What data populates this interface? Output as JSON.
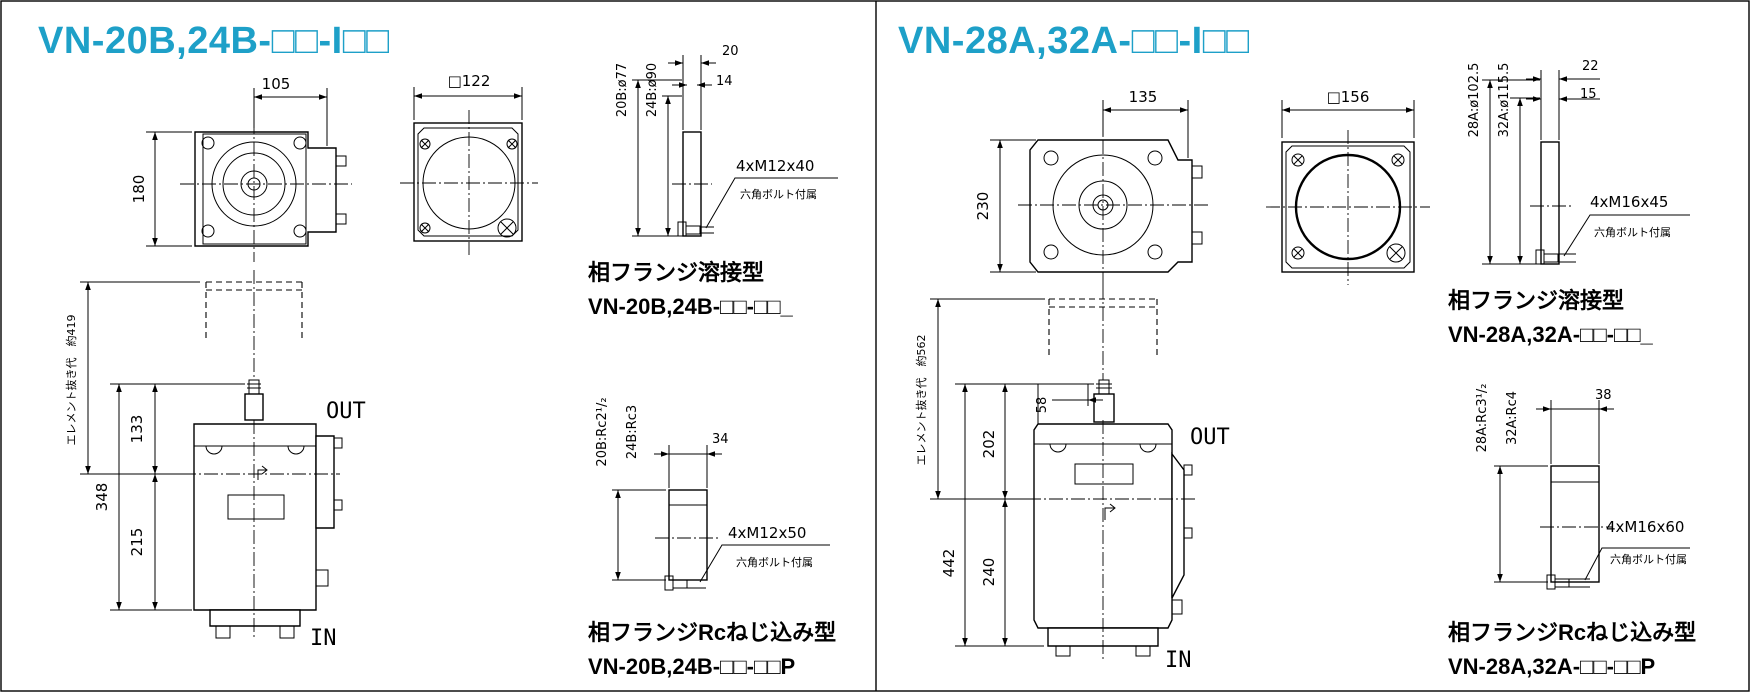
{
  "left": {
    "title": "VN-20B,24B-□□-I□□",
    "dims": {
      "width_top": "105",
      "square": "□122",
      "height_top": "180",
      "element_removal": "エレメント抜き代　約419",
      "upper": "133",
      "total": "348",
      "lower": "215"
    },
    "ports": {
      "out": "OUT",
      "in": "IN"
    },
    "weld_flange": {
      "dia1": "20B:ø77",
      "dia2": "24B:ø90",
      "t1": "20",
      "t2": "14",
      "bolt": "4xM12x40",
      "bolt_note": "六角ボルト付属",
      "caption1": "相フランジ溶接型",
      "caption2": "VN-20B,24B-□□-□□_"
    },
    "rc_flange": {
      "thread1": "20B:Rc2¹/₂",
      "thread2": "24B:Rc3",
      "t": "34",
      "bolt": "4xM12x50",
      "bolt_note": "六角ボルト付属",
      "caption1": "相フランジRcねじ込み型",
      "caption2": "VN-20B,24B-□□-□□P"
    }
  },
  "right": {
    "title": "VN-28A,32A-□□-I□□",
    "dims": {
      "width_top": "135",
      "square": "□156",
      "height_top": "230",
      "element_removal": "エレメント抜き代　約562",
      "offset": "58",
      "upper": "202",
      "total": "442",
      "lower": "240"
    },
    "ports": {
      "out": "OUT",
      "in": "IN"
    },
    "weld_flange": {
      "dia1": "28A:ø102.5",
      "dia2": "32A:ø115.5",
      "t1": "22",
      "t2": "15",
      "bolt": "4xM16x45",
      "bolt_note": "六角ボルト付属",
      "caption1": "相フランジ溶接型",
      "caption2": "VN-28A,32A-□□-□□_"
    },
    "rc_flange": {
      "thread1": "28A:Rc3¹/₂",
      "thread2": "32A:Rc4",
      "t": "38",
      "bolt": "4xM16x60",
      "bolt_note": "六角ボルト付属",
      "caption1": "相フランジRcねじ込み型",
      "caption2": "VN-28A,32A-□□-□□P"
    }
  },
  "colors": {
    "title": "#1ea0c8",
    "line": "#000000"
  }
}
